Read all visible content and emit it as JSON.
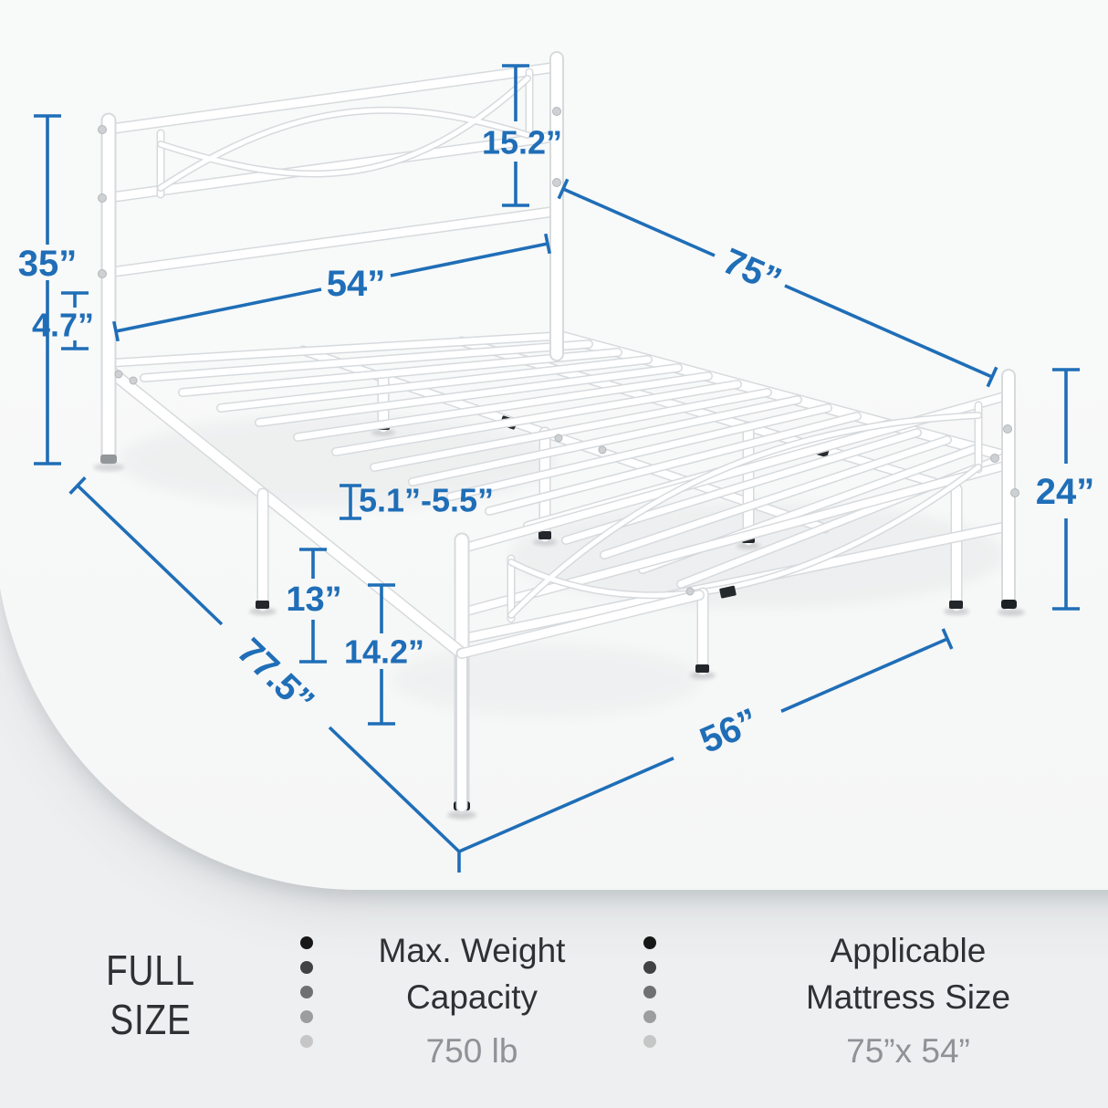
{
  "illustration": {
    "description": "Full size white metal platform bed frame with headboard and footboard, shown in perspective with dimension callouts",
    "dimensions": {
      "headboard_height": "35”",
      "headboard_panel_height": "15.2”",
      "mattress_width": "54”",
      "mattress_length": "75”",
      "headboard_rail_gap": "4.7”",
      "slat_spacing": "5.1”-5.5”",
      "footboard_height": "24”",
      "underbed_clearance": "13”",
      "platform_height": "14.2”",
      "frame_length": "77.5”",
      "frame_width": "56”"
    }
  },
  "info_bar": {
    "size_title_line1": "FULL",
    "size_title_line2": "SIZE",
    "specs": [
      {
        "title_line1": "Max. Weight",
        "title_line2": "Capacity",
        "value": "750 lb"
      },
      {
        "title_line1": "Applicable",
        "title_line2": "Mattress Size",
        "value": "75”x 54”"
      }
    ]
  },
  "colors": {
    "dimension_accent": "#1f6eb7",
    "title_text": "#2e3133",
    "value_text": "#8f9296",
    "floor": "#f8f9f9",
    "background": "#edeff0"
  }
}
